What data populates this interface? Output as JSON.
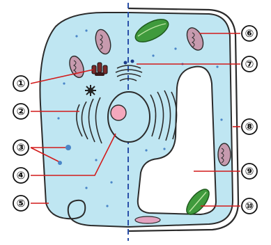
{
  "labels": {
    "l1": "①",
    "l2": "②",
    "l3": "③",
    "l4": "④",
    "l5": "⑤",
    "l6": "⑥",
    "l7": "⑦",
    "l8": "⑧",
    "l9": "⑨",
    "l10": "⑩"
  },
  "colors": {
    "cytoplasm": "#bfe6f2",
    "outline": "#2b2b2b",
    "leader": "#d21a1a",
    "chloroplast": "#3f9a3c",
    "mitochondrion": "#c79aae",
    "nucleolus": "#f4a8bd",
    "divider": "#2a4fa8",
    "vacuole": "#ffffff"
  }
}
